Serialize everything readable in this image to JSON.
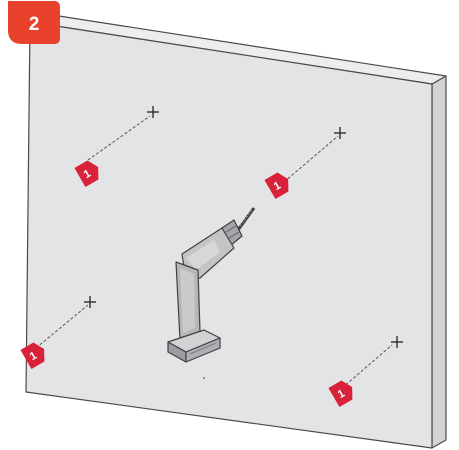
{
  "step": {
    "number": "2",
    "badge_color": "#e8412c"
  },
  "colors": {
    "wall_face": "#e3e4e5",
    "wall_edge": "#d2d3d5",
    "wall_stroke": "#4a4a4a",
    "marker": "#d9223a",
    "drill_body": "#bfc0c2",
    "drill_dark": "#8e8f92"
  },
  "holes": [
    {
      "marker_label": "1"
    },
    {
      "marker_label": "1"
    },
    {
      "marker_label": "1"
    },
    {
      "marker_label": "1"
    }
  ],
  "tool": {
    "icon": "power-drill-icon"
  }
}
